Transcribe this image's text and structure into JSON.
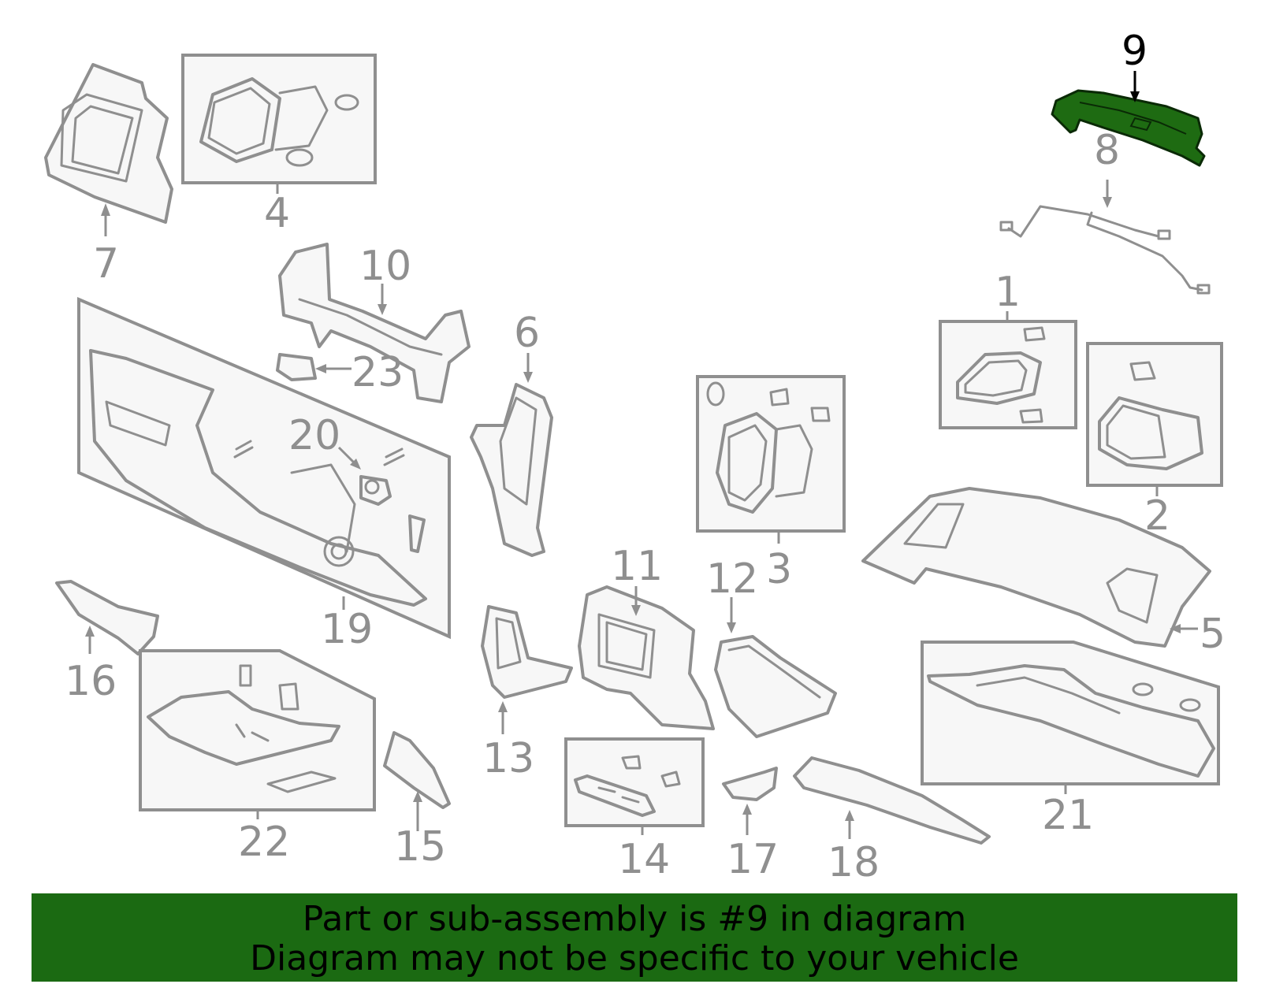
{
  "callouts": [
    "1",
    "2",
    "3",
    "4",
    "5",
    "6",
    "7",
    "8",
    "9",
    "10",
    "11",
    "12",
    "13",
    "14",
    "15",
    "16",
    "17",
    "18",
    "19",
    "20",
    "21",
    "22",
    "23"
  ],
  "selected_part": "9",
  "banner": {
    "line1": "Part or sub-assembly is #9 in diagram",
    "line2": "Diagram may not be specific to your vehicle"
  },
  "colors": {
    "highlight": "#1e6b12",
    "banner": "#1b6a12",
    "line_art": "#8f8f8f"
  }
}
